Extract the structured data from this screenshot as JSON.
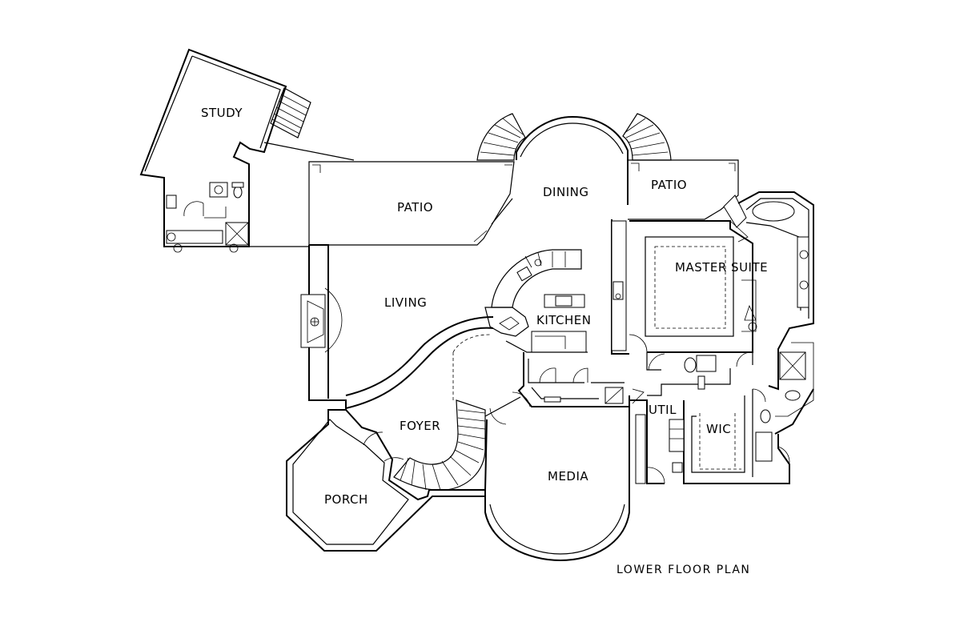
{
  "plan": {
    "title": "LOWER FLOOR PLAN",
    "rooms": {
      "study": "STUDY",
      "patio_left": "PATIO",
      "dining": "DINING",
      "patio_right": "PATIO",
      "master_suite": "MASTER SUITE",
      "living": "LIVING",
      "kitchen": "KITCHEN",
      "foyer": "FOYER",
      "util": "UTIL",
      "wic": "WIC",
      "porch": "PORCH",
      "media": "MEDIA"
    }
  }
}
